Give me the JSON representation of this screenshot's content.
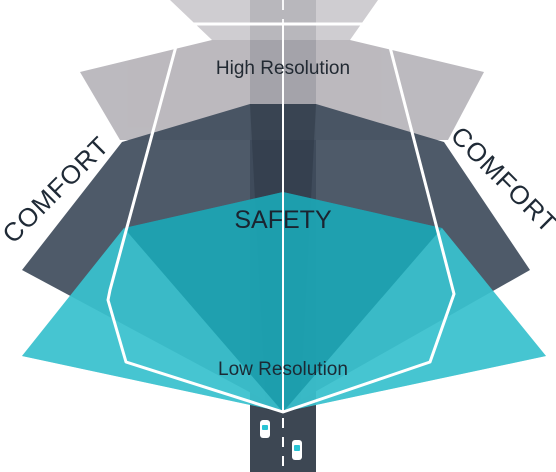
{
  "labels": {
    "high_resolution": "High Resolution",
    "low_resolution": "Low Resolution",
    "safety": "SAFETY",
    "comfort_left": "COMFORT",
    "comfort_right": "COMFORT"
  },
  "zones": [
    {
      "name": "high-resolution-zone",
      "color": "#b3b0b6"
    },
    {
      "name": "comfort-zone",
      "color": "#4d5a69"
    },
    {
      "name": "low-resolution-safety-zone",
      "color": "#2fb8c4"
    }
  ],
  "colors": {
    "road": "#3d4753",
    "lane_marking": "#ffffff",
    "car_body": "#ffffff",
    "car_accent": "#29c4d4",
    "safety_outline": "#ffffff"
  }
}
